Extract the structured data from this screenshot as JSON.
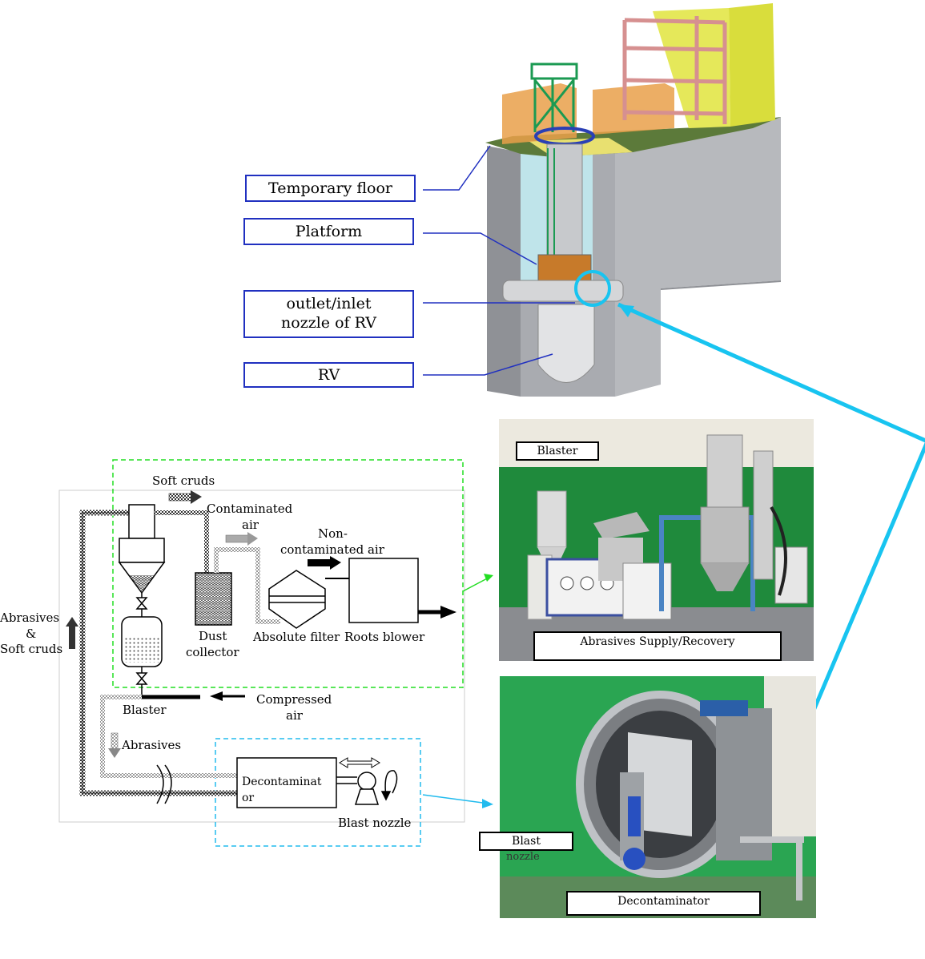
{
  "reactor_labels": {
    "temporary_floor": "Temporary floor",
    "platform": "Platform",
    "nozzle_line1": "outlet/inlet",
    "nozzle_line2": "nozzle of RV",
    "rv": "RV"
  },
  "flow": {
    "soft_cruds": "Soft cruds",
    "contaminated_air_1": "Contaminated",
    "contaminated_air_2": "air",
    "non_contaminated_1": "Non-",
    "non_contaminated_2": "contaminated air",
    "abrasives_soft_1": "Abrasives",
    "abrasives_soft_2": "&",
    "abrasives_soft_3": "Soft cruds",
    "dust_1": "Dust",
    "dust_2": "collector",
    "absolute_filter": "Absolute filter",
    "roots_blower": "Roots blower",
    "blaster": "Blaster",
    "compressed_1": "Compressed",
    "compressed_2": "air",
    "abrasives": "Abrasives",
    "decon_1": "Decontaminat",
    "decon_2": "or",
    "blast_nozzle": "Blast nozzle"
  },
  "photo_labels": {
    "blaster": "Blaster",
    "supply": "Abrasives Supply/Recovery",
    "blast_nozzle_1": "Blast",
    "blast_nozzle_2": "nozzle",
    "decontaminator": "Decontaminator"
  },
  "colors": {
    "label_border": "#2030c0",
    "cyan_connector": "#18c4f0",
    "green_dash": "#22dd22",
    "cyan_dash": "#22bbee",
    "photo_green": "#1f8a3c"
  }
}
